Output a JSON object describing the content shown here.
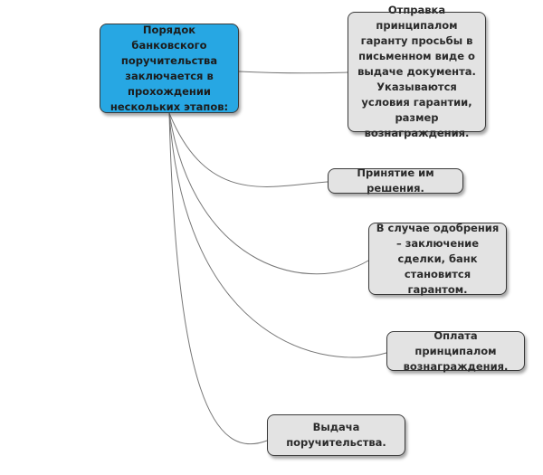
{
  "root": {
    "text": "Порядок банковского поручительства заключается в прохождении нескольких этапов:",
    "color": "#27a7e3"
  },
  "children": [
    {
      "text": "Отправка принципалом гаранту просьбы в письменном виде о выдаче документа. Указываются условия гарантии, размер вознаграждения."
    },
    {
      "text": "Принятие им решения."
    },
    {
      "text": "В случае одобрения – заключение сделки, банк становится гарантом."
    },
    {
      "text": "Оплата принципалом вознаграждения."
    },
    {
      "text": "Выдача поручительства."
    }
  ],
  "node_color": "#e3e3e3",
  "line_color": "#777777"
}
